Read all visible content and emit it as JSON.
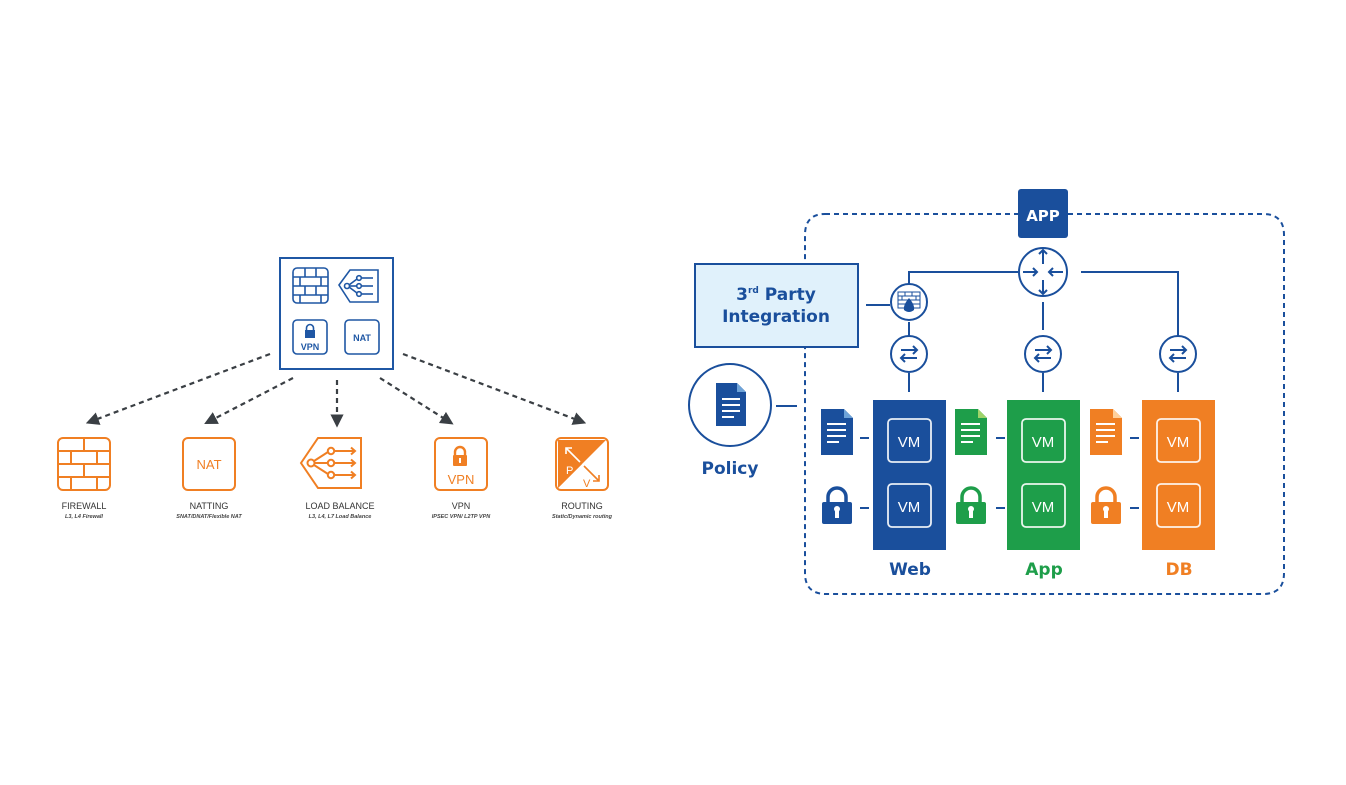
{
  "colors": {
    "blue": "#1f57a4",
    "dark_blue": "#1a4f9c",
    "green": "#1e9e4a",
    "orange": "#f07f23",
    "light_blue_fill": "#e0f1fb",
    "arrow": "#3a3f44"
  },
  "left_diagram": {
    "hub": {
      "icons": [
        "firewall-icon",
        "load-balancer-icon",
        "vpn-icon",
        "nat-icon"
      ],
      "vpn_label": "VPN",
      "nat_label": "NAT"
    },
    "services": [
      {
        "title": "FIREWALL",
        "subtitle": "L3, L4 Firewall",
        "icon": "firewall-icon"
      },
      {
        "title": "NATTING",
        "subtitle": "SNAT/DNAT/Flexible NAT",
        "icon": "nat-icon",
        "icon_text": "NAT"
      },
      {
        "title": "LOAD BALANCE",
        "subtitle": "L3, L4, L7 Load Balance",
        "icon": "load-balancer-icon"
      },
      {
        "title": "VPN",
        "subtitle": "IPSEC VPN/ L2TP VPN",
        "icon": "vpn-icon",
        "icon_text": "VPN"
      },
      {
        "title": "ROUTING",
        "subtitle": "Static/Dynamic routing",
        "icon": "routing-icon",
        "icon_text_p": "P",
        "icon_text_v": "V"
      }
    ]
  },
  "right_diagram": {
    "app_badge": "APP",
    "third_party": {
      "line1_num": "3",
      "line1_sup": "rd",
      "line1_rest": " Party",
      "line2": "Integration"
    },
    "policy_label": "Policy",
    "tiers": [
      {
        "name": "Web",
        "color": "#1a4f9c",
        "vms": [
          "VM",
          "VM"
        ]
      },
      {
        "name": "App",
        "color": "#1e9e4a",
        "vms": [
          "VM",
          "VM"
        ]
      },
      {
        "name": "DB",
        "color": "#f07f23",
        "vms": [
          "VM",
          "VM"
        ]
      }
    ]
  }
}
